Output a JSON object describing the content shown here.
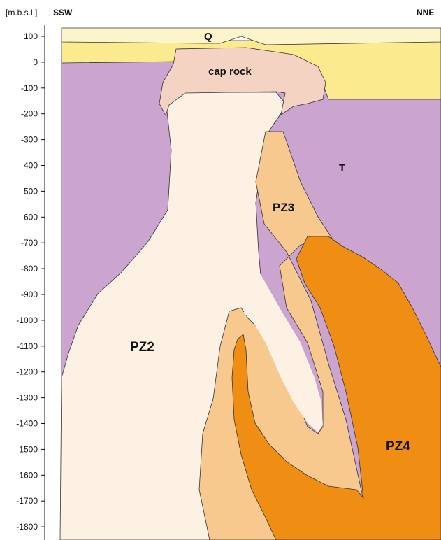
{
  "axis": {
    "unit_label": "[m.b.s.l.]",
    "ticks": [
      "100",
      "0",
      "-100",
      "-200",
      "-300",
      "-400",
      "-500",
      "-600",
      "-700",
      "-800",
      "-900",
      "-1000",
      "-1100",
      "-1200",
      "-1300",
      "-1400",
      "-1500",
      "-1600",
      "-1700",
      "-1800"
    ]
  },
  "directions": {
    "left": "SSW",
    "right": "NNE"
  },
  "units": {
    "quaternary": "Q",
    "cap_rock": "cap rock",
    "triassic": "T",
    "pz2": "PZ2",
    "pz3": "PZ3",
    "pz4": "PZ4"
  },
  "colors": {
    "quaternary": "#fdf4cc",
    "tertiary_band": "#fbeb8e",
    "triassic": "#cba5cf",
    "cap_rock": "#f5d3c2",
    "pz2": "#fdf1e4",
    "pz3": "#f8c98e",
    "pz4": "#f08e14",
    "outline": "#333333"
  }
}
